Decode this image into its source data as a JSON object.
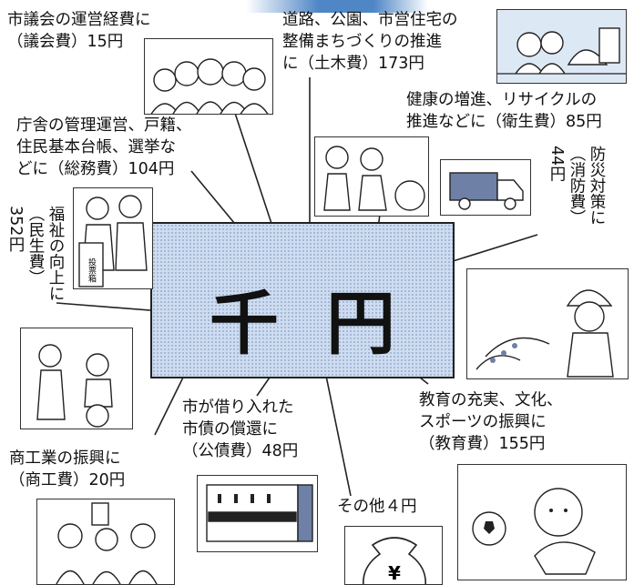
{
  "center": {
    "amount": "千円"
  },
  "items": {
    "council": {
      "line1": "市議会の運営経費に",
      "line2": "（議会費）15円"
    },
    "civil": {
      "line1": "道路、公園、市営住宅の",
      "line2": "整備まちづくりの推進",
      "line3": "に（土木費）173円"
    },
    "general": {
      "line1": "庁舎の管理運営、戸籍、",
      "line2": "住民基本台帳、選挙な",
      "line3": "どに（総務費）104円"
    },
    "health": {
      "line1": "健康の増進、リサイクルの",
      "line2": "推進などに（衛生費）85円"
    },
    "fire": {
      "line1": "防災対策に",
      "line2": "（消防費）",
      "line3": "44円"
    },
    "welfare": {
      "line1": "福祉の向上に",
      "line2": "（民生費）",
      "line3": "352円"
    },
    "commerce": {
      "line1": "商工業の振興に",
      "line2": "（商工費）20円"
    },
    "debt": {
      "line1": "市が借り入れた",
      "line2": "市債の償還に",
      "line3": "（公債費）48円"
    },
    "education": {
      "line1": "教育の充実、文化、",
      "line2": "スポーツの振興に",
      "line3": "（教育費）155円"
    },
    "other": {
      "line1": "その他４円"
    }
  },
  "illustrations": {
    "ballot_box_text": "投票箱",
    "yen_symbol": "¥"
  },
  "colors": {
    "box_fill": "#cfdcef",
    "accent": "#4f86c6"
  }
}
